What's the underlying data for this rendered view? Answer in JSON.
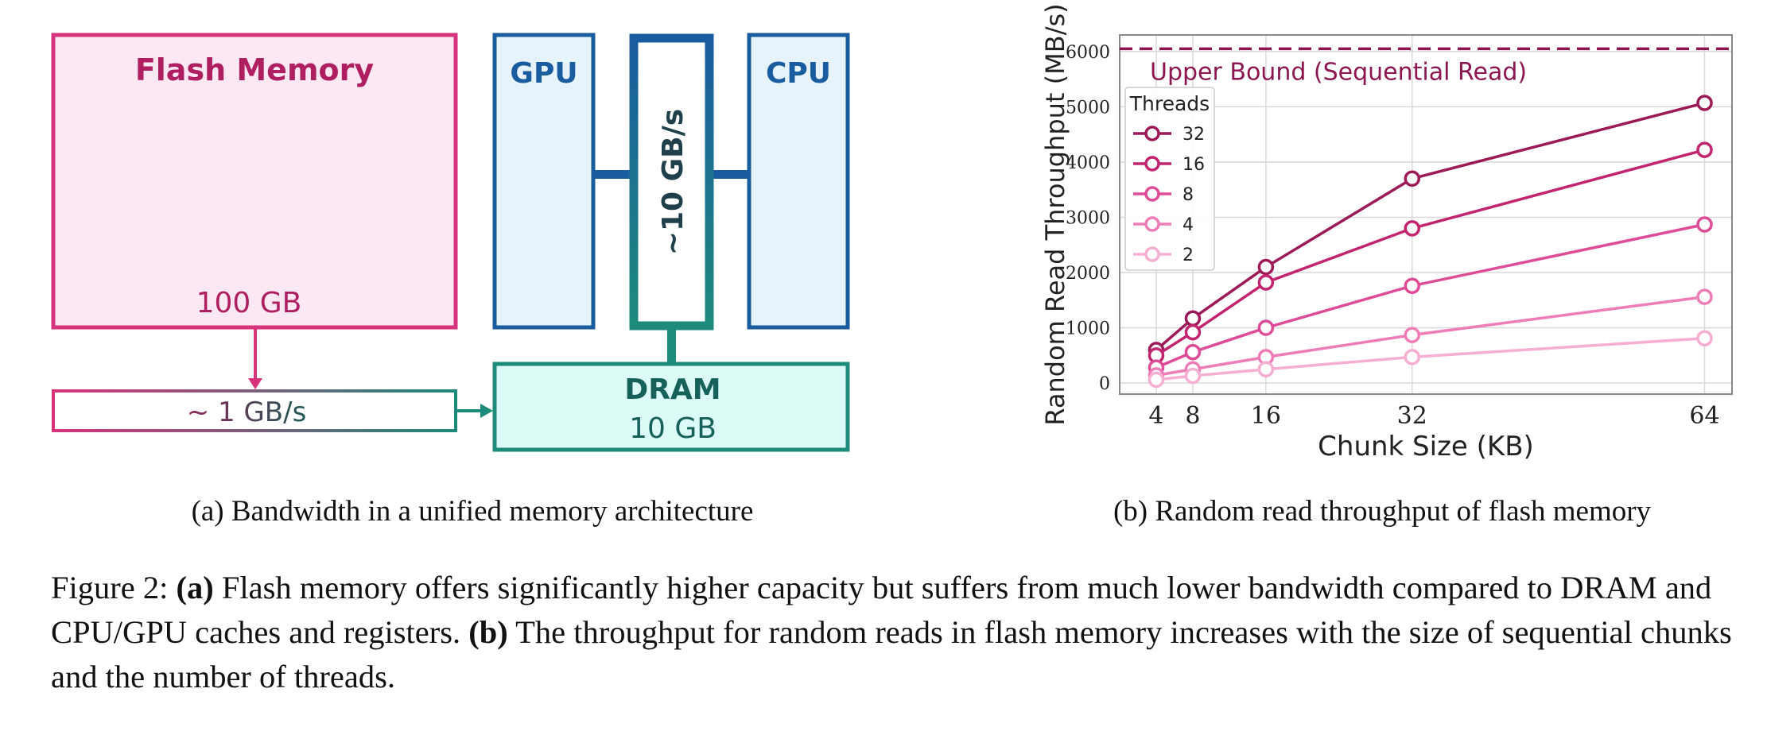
{
  "panel_a": {
    "flash": {
      "title": "Flash Memory",
      "capacity": "100 GB"
    },
    "flash_link": {
      "bandwidth": "~ 1 GB/s"
    },
    "gpu": {
      "label": "GPU"
    },
    "cpu": {
      "label": "CPU"
    },
    "bus": {
      "bandwidth": "~10 GB/s"
    },
    "dram": {
      "title": "DRAM",
      "capacity": "10 GB"
    },
    "caption": "(a) Bandwidth in a unified memory architecture",
    "colors": {
      "flash": "#d6337a",
      "flash_fill": "#fce8f2",
      "gpu_cpu": "#1a5ca0",
      "gpu_cpu_fill": "#e6f3fb",
      "dram": "#1e8a7c",
      "dram_fill": "#dcfaf6"
    }
  },
  "panel_b": {
    "caption": "(b) Random read throughput of flash memory"
  },
  "chart_data": {
    "type": "line",
    "xlabel": "Chunk Size (KB)",
    "ylabel": "Random Read Throughput (MB/s)",
    "x": [
      4,
      8,
      16,
      32,
      64
    ],
    "x_ticks": [
      4,
      8,
      16,
      32,
      64
    ],
    "y_ticks": [
      0,
      1000,
      2000,
      3000,
      4000,
      5000,
      6000
    ],
    "xlim": [
      0,
      67
    ],
    "ylim": [
      -200,
      6300
    ],
    "grid": true,
    "legend_title": "Threads",
    "legend_position": "upper-left",
    "reference_line": {
      "label": "Upper Bound (Sequential Read)",
      "value": 6050,
      "color": "#8c1650"
    },
    "series": [
      {
        "name": "32",
        "color": "#9c1a57",
        "values": [
          600,
          1170,
          2100,
          3700,
          5070
        ]
      },
      {
        "name": "16",
        "color": "#c2246f",
        "values": [
          500,
          920,
          1820,
          2800,
          4220
        ]
      },
      {
        "name": "8",
        "color": "#de4c97",
        "values": [
          280,
          560,
          1000,
          1760,
          2870
        ]
      },
      {
        "name": "4",
        "color": "#ee7db7",
        "values": [
          140,
          250,
          470,
          870,
          1560
        ]
      },
      {
        "name": "2",
        "color": "#f7aed3",
        "values": [
          60,
          130,
          250,
          470,
          810
        ]
      }
    ]
  },
  "figure_caption": {
    "prefix": "Figure 2: ",
    "a_label": "(a)",
    "a_text": " Flash memory offers significantly higher capacity but suffers from much lower bandwidth compared to DRAM and CPU/GPU caches and registers. ",
    "b_label": "(b)",
    "b_text": " The throughput for random reads in flash memory increases with the size of sequential chunks and the number of threads."
  }
}
